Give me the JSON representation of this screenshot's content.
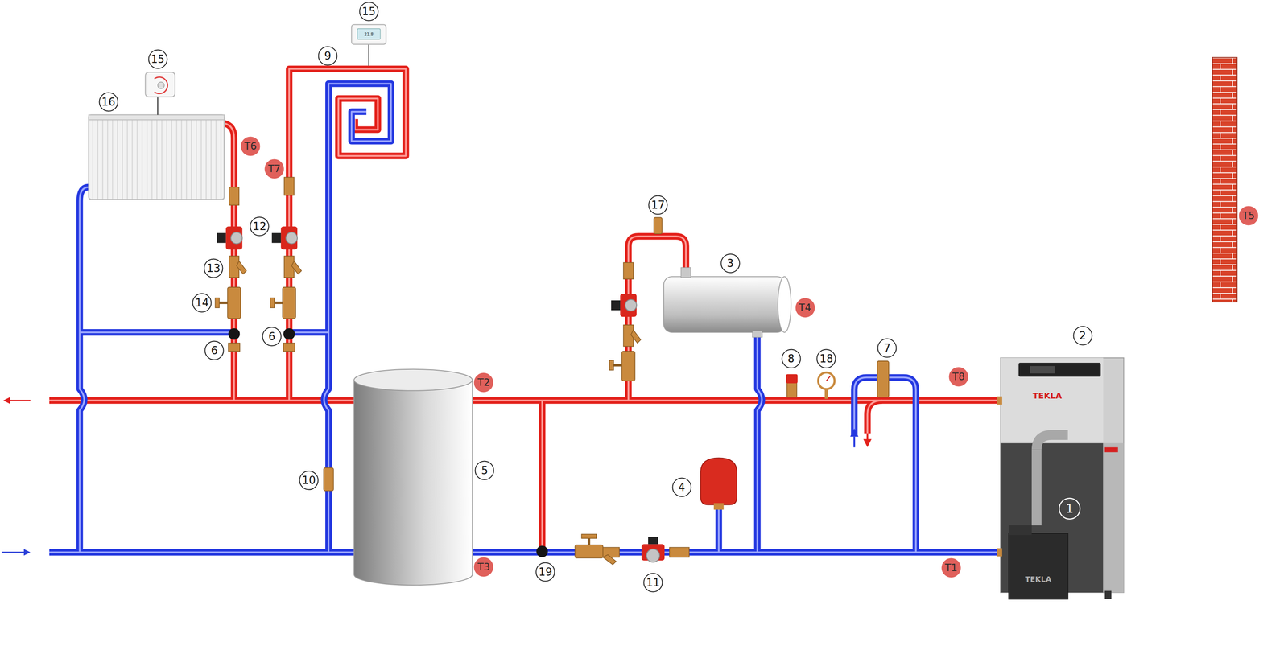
{
  "diagram": {
    "nodes": [
      {
        "text": [
          "15"
        ]
      },
      {
        "text": [
          "9"
        ]
      },
      {
        "text": [
          "15"
        ]
      },
      {
        "text": [
          "16"
        ]
      },
      {
        "text": [
          "T6"
        ]
      },
      {
        "text": [
          "T7"
        ]
      },
      {
        "text": [
          "17"
        ]
      },
      {
        "text": [
          "T5"
        ]
      },
      {
        "text": [
          "12"
        ]
      },
      {
        "text": [
          "3"
        ]
      },
      {
        "text": [
          "13"
        ]
      },
      {
        "text": [
          "14"
        ]
      },
      {
        "text": [
          "T4"
        ]
      },
      {
        "text": [
          "2"
        ]
      },
      {
        "text": [
          "6"
        ]
      },
      {
        "text": [
          "7"
        ]
      },
      {
        "text": [
          "6"
        ]
      },
      {
        "text": [
          "8"
        ]
      },
      {
        "text": [
          "18"
        ]
      },
      {
        "text": [
          "T8"
        ]
      },
      {
        "text": [
          "T2"
        ]
      },
      {
        "text": [
          "5"
        ]
      },
      {
        "text": [
          "10"
        ]
      },
      {
        "text": [
          "4"
        ]
      },
      {
        "text": [
          "1"
        ]
      },
      {
        "text": [
          "T3"
        ]
      },
      {
        "text": [
          "T1"
        ]
      },
      {
        "text": [
          "19"
        ]
      },
      {
        "text": [
          "11"
        ]
      }
    ],
    "labels": [
      "21.8",
      "TEKLA",
      "TEKLA"
    ]
  }
}
